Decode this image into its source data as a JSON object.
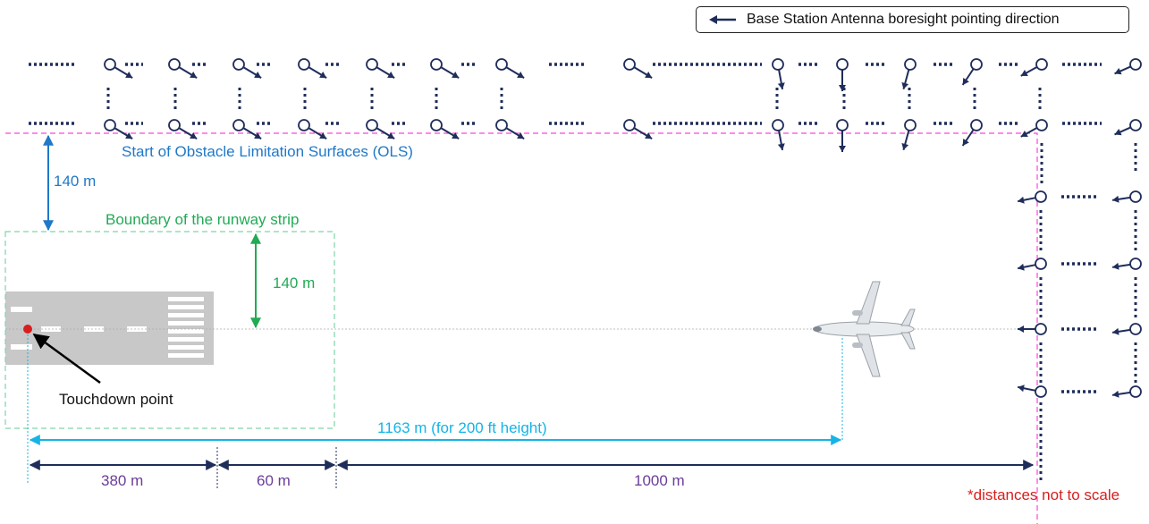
{
  "legend": {
    "text": "Base Station Antenna boresight pointing direction",
    "arrow_color": "#1f2d5a"
  },
  "labels": {
    "ols": "Start of Obstacle Limitation Surfaces (OLS)",
    "ols_distance": "140 m",
    "runway_strip": "Boundary of the runway strip",
    "strip_distance": "140 m",
    "touchdown": "Touchdown point",
    "aircraft_distance": "1163 m  (for 200 ft height)",
    "seg_1": "380 m",
    "seg_2": "60 m",
    "seg_3": "1000 m",
    "note": "*distances not to scale"
  },
  "colors": {
    "antenna": "#1f2d5a",
    "ols_line": "#ff44dd",
    "ols_text": "#1f78c8",
    "strip_text": "#22aa55",
    "strip_border": "#7ed6a8",
    "aircraft_dim": "#14b4e6",
    "segment_dim": "#1f2d5a",
    "segment_text": "#6a3d9a",
    "touchdown_dot": "#d81e1e",
    "note_text": "#d81e1e",
    "runway": "#c8c8c8"
  }
}
